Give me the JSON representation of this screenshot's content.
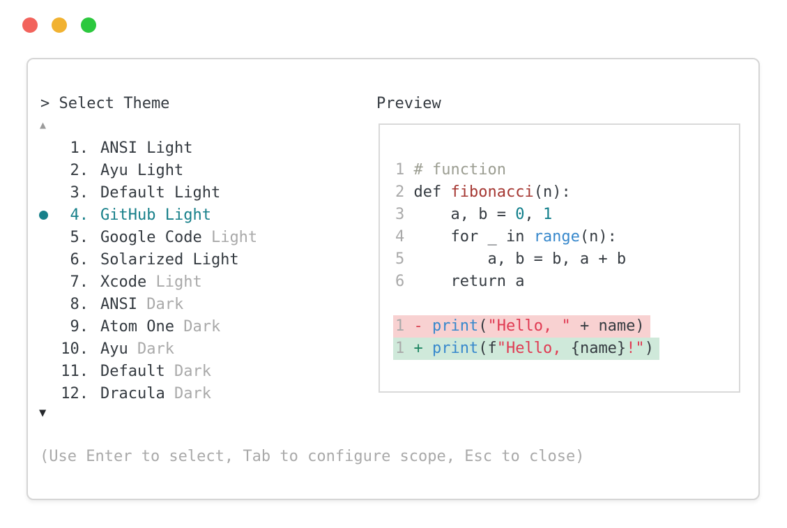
{
  "window": {
    "traffic_lights": [
      {
        "name": "close",
        "color": "#f2635c"
      },
      {
        "name": "minimize",
        "color": "#f1b231"
      },
      {
        "name": "maximize",
        "color": "#2cc83e"
      }
    ]
  },
  "header": {
    "title": "> Select Theme",
    "preview_label": "Preview"
  },
  "theme_list": {
    "scroll_up": "▲",
    "scroll_down": "▼",
    "items": [
      {
        "number": "1.",
        "name": "ANSI Light",
        "muted": "",
        "selected": false
      },
      {
        "number": "2.",
        "name": "Ayu Light",
        "muted": "",
        "selected": false
      },
      {
        "number": "3.",
        "name": "Default Light",
        "muted": "",
        "selected": false
      },
      {
        "number": "4.",
        "name": "GitHub Light",
        "muted": "",
        "selected": true
      },
      {
        "number": "5.",
        "name": "Google Code",
        "muted": "Light",
        "selected": false
      },
      {
        "number": "6.",
        "name": "Solarized Light",
        "muted": "",
        "selected": false
      },
      {
        "number": "7.",
        "name": "Xcode",
        "muted": "Light",
        "selected": false
      },
      {
        "number": "8.",
        "name": "ANSI",
        "muted": "Dark",
        "selected": false
      },
      {
        "number": "9.",
        "name": "Atom One",
        "muted": "Dark",
        "selected": false
      },
      {
        "number": "10.",
        "name": "Ayu",
        "muted": "Dark",
        "selected": false
      },
      {
        "number": "11.",
        "name": "Default",
        "muted": "Dark",
        "selected": false
      },
      {
        "number": "12.",
        "name": "Dracula",
        "muted": "Dark",
        "selected": false
      }
    ]
  },
  "preview": {
    "code_lines": [
      {
        "num": "1",
        "tokens": [
          {
            "t": "# function",
            "c": "comment"
          }
        ]
      },
      {
        "num": "2",
        "tokens": [
          {
            "t": "def ",
            "c": "text"
          },
          {
            "t": "fibonacci",
            "c": "func"
          },
          {
            "t": "(n):",
            "c": "text"
          }
        ]
      },
      {
        "num": "3",
        "tokens": [
          {
            "t": "    a, b = ",
            "c": "text"
          },
          {
            "t": "0",
            "c": "number"
          },
          {
            "t": ", ",
            "c": "text"
          },
          {
            "t": "1",
            "c": "number"
          }
        ]
      },
      {
        "num": "4",
        "tokens": [
          {
            "t": "    for _ in ",
            "c": "text"
          },
          {
            "t": "range",
            "c": "builtin"
          },
          {
            "t": "(n):",
            "c": "text"
          }
        ]
      },
      {
        "num": "5",
        "tokens": [
          {
            "t": "        a, b = b, a + b",
            "c": "text"
          }
        ]
      },
      {
        "num": "6",
        "tokens": [
          {
            "t": "    return a",
            "c": "text"
          }
        ]
      }
    ],
    "diff_lines": [
      {
        "num": "1",
        "sign": "-",
        "kind": "removed",
        "tokens": [
          {
            "t": "print",
            "c": "builtin"
          },
          {
            "t": "(",
            "c": "text"
          },
          {
            "t": "\"Hello, \"",
            "c": "string"
          },
          {
            "t": " + name)",
            "c": "text"
          }
        ]
      },
      {
        "num": "1",
        "sign": "+",
        "kind": "added",
        "tokens": [
          {
            "t": "print",
            "c": "builtin"
          },
          {
            "t": "(f",
            "c": "text"
          },
          {
            "t": "\"Hello, ",
            "c": "string"
          },
          {
            "t": "{name}",
            "c": "text"
          },
          {
            "t": "!\"",
            "c": "string"
          },
          {
            "t": ")",
            "c": "text"
          }
        ]
      }
    ]
  },
  "footer": {
    "help_text": "(Use Enter to select, Tab to configure scope, Esc to close)"
  },
  "colors": {
    "text_dark": "#343a40",
    "muted_gray": "#a9a9a9",
    "accent_teal": "#17808a",
    "card_border": "#d5d5d5",
    "preview_border": "#d9d9d9",
    "code_text": "#343a40",
    "comment": "#9b9d91",
    "func_red": "#a53732",
    "number_teal": "#0f7e8a",
    "builtin_blue": "#3788cc",
    "string_crimson": "#e03a52",
    "diff_minus": "#d94452",
    "diff_plus": "#1f8662",
    "removed_bg": "#f8d1d1",
    "added_bg": "#cfe9da",
    "scroll_up": "#9b9b9b",
    "scroll_down": "#26292c"
  }
}
